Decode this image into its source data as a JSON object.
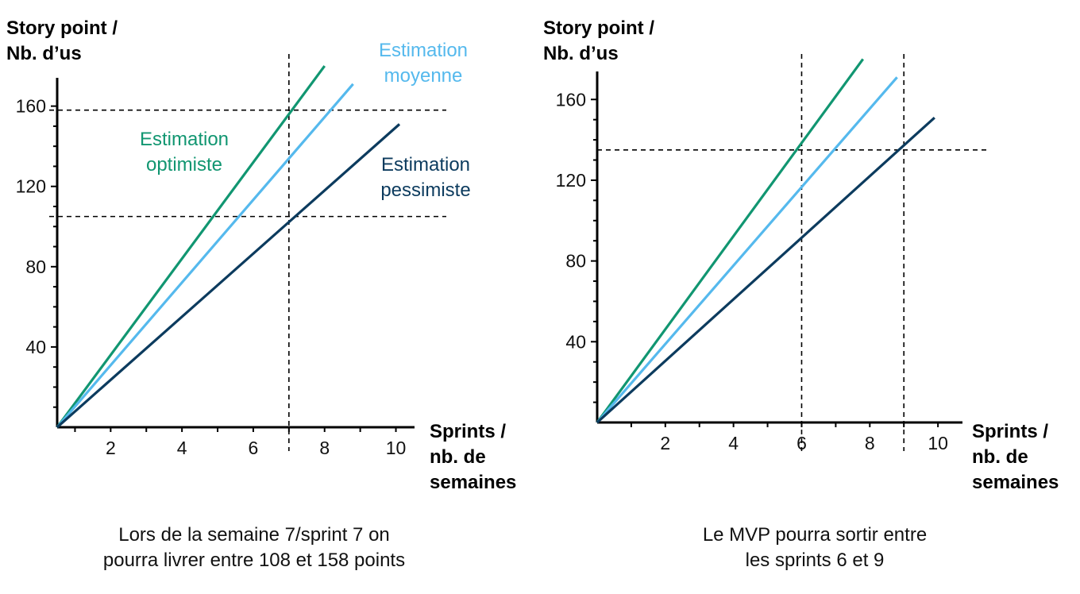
{
  "colors": {
    "optimiste": "#119671",
    "moyenne": "#55b9ed",
    "pessimiste": "#0c3b5e"
  },
  "chart_data": [
    {
      "type": "line",
      "ylabel_line1": "Story point /",
      "ylabel_line2": "Nb. d’us",
      "xlabel_line1": "Sprints /",
      "xlabel_line2": "nb. de",
      "xlabel_line3": "semaines",
      "x_ticks": [
        2,
        4,
        6,
        8,
        10
      ],
      "y_ticks": [
        40,
        80,
        120,
        160
      ],
      "xlim": [
        0.5,
        10.3
      ],
      "ylim": [
        0,
        165
      ],
      "series": [
        {
          "key": "optimiste",
          "name_line1": "Estimation",
          "name_line2": "optimiste",
          "x": [
            0.5,
            8.0
          ],
          "y": [
            0,
            180
          ]
        },
        {
          "key": "moyenne",
          "name_line1": "Estimation",
          "name_line2": "moyenne",
          "x": [
            0.5,
            8.8
          ],
          "y": [
            0,
            171
          ]
        },
        {
          "key": "pessimiste",
          "name_line1": "Estimation",
          "name_line2": "pessimiste",
          "x": [
            0.5,
            10.1
          ],
          "y": [
            0,
            151
          ]
        }
      ],
      "reference_lines": {
        "vertical": [
          7
        ],
        "horizontal": [
          158,
          105
        ]
      },
      "caption_line1": "Lors de la semaine 7/sprint 7 on",
      "caption_line2": "pourra livrer entre 108 et 158 points"
    },
    {
      "type": "line",
      "ylabel_line1": "Story point /",
      "ylabel_line2": "Nb. d’us",
      "xlabel_line1": "Sprints /",
      "xlabel_line2": "nb. de",
      "xlabel_line3": "semaines",
      "x_ticks": [
        2,
        4,
        6,
        8,
        10
      ],
      "y_ticks": [
        40,
        80,
        120,
        160
      ],
      "xlim": [
        0,
        10.3
      ],
      "ylim": [
        0,
        166
      ],
      "series": [
        {
          "key": "optimiste",
          "x": [
            0,
            7.8
          ],
          "y": [
            0,
            180
          ]
        },
        {
          "key": "moyenne",
          "x": [
            0,
            8.8
          ],
          "y": [
            0,
            171
          ]
        },
        {
          "key": "pessimiste",
          "x": [
            0,
            9.9
          ],
          "y": [
            0,
            151
          ]
        }
      ],
      "reference_lines": {
        "vertical": [
          6,
          9
        ],
        "horizontal": [
          135
        ]
      },
      "caption_line1": "Le MVP pourra sortir entre",
      "caption_line2": "les sprints 6 et 9"
    }
  ]
}
